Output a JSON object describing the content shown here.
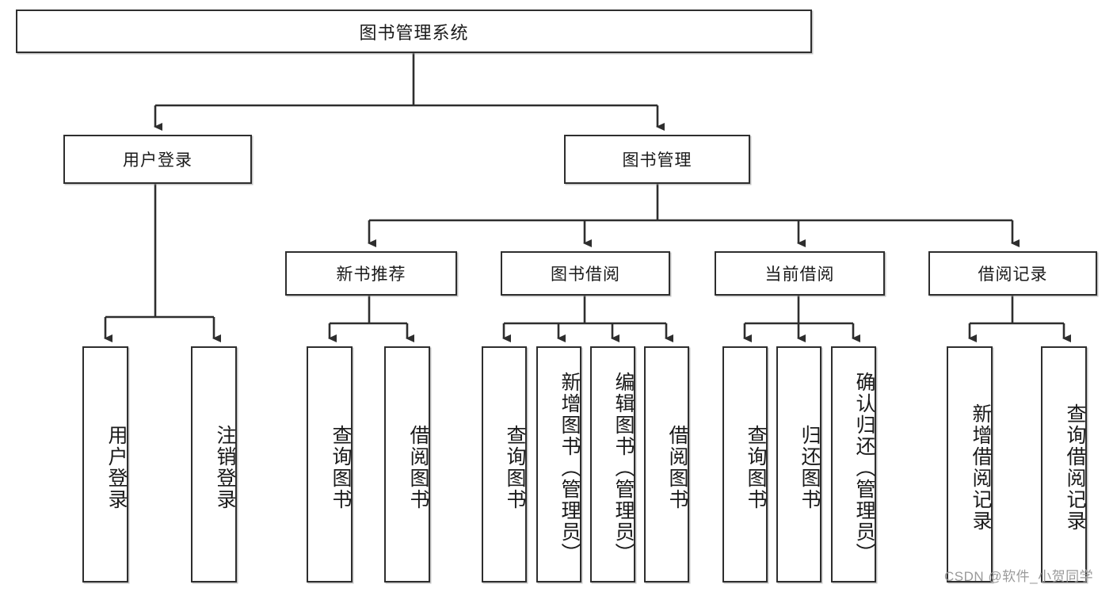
{
  "diagram": {
    "title": "图书管理系统",
    "root": {
      "label": "图书管理系统"
    },
    "level2": [
      {
        "label": "用户登录"
      },
      {
        "label": "图书管理"
      }
    ],
    "level3": [
      {
        "label": "新书推荐"
      },
      {
        "label": "图书借阅"
      },
      {
        "label": "当前借阅"
      },
      {
        "label": "借阅记录"
      }
    ],
    "leaves": [
      {
        "label": "用户登录"
      },
      {
        "label": "注销登录"
      },
      {
        "label": "查询图书"
      },
      {
        "label": "借阅图书"
      },
      {
        "label": "查询图书"
      },
      {
        "label": "新增图书（管理员）"
      },
      {
        "label": "编辑图书（管理员）"
      },
      {
        "label": "借阅图书"
      },
      {
        "label": "查询图书"
      },
      {
        "label": "归还图书"
      },
      {
        "label": "确认归还（管理员）"
      },
      {
        "label": "新增借阅记录"
      },
      {
        "label": "查询借阅记录"
      }
    ]
  },
  "watermark": {
    "text": "CSDN @软件_小贺同学"
  },
  "colors": {
    "box_border": "#2e2e2e",
    "box_fill": "#ffffff",
    "connector": "#2e2e2e",
    "text": "#1a1a1a",
    "watermark": "#9a9a9a"
  }
}
